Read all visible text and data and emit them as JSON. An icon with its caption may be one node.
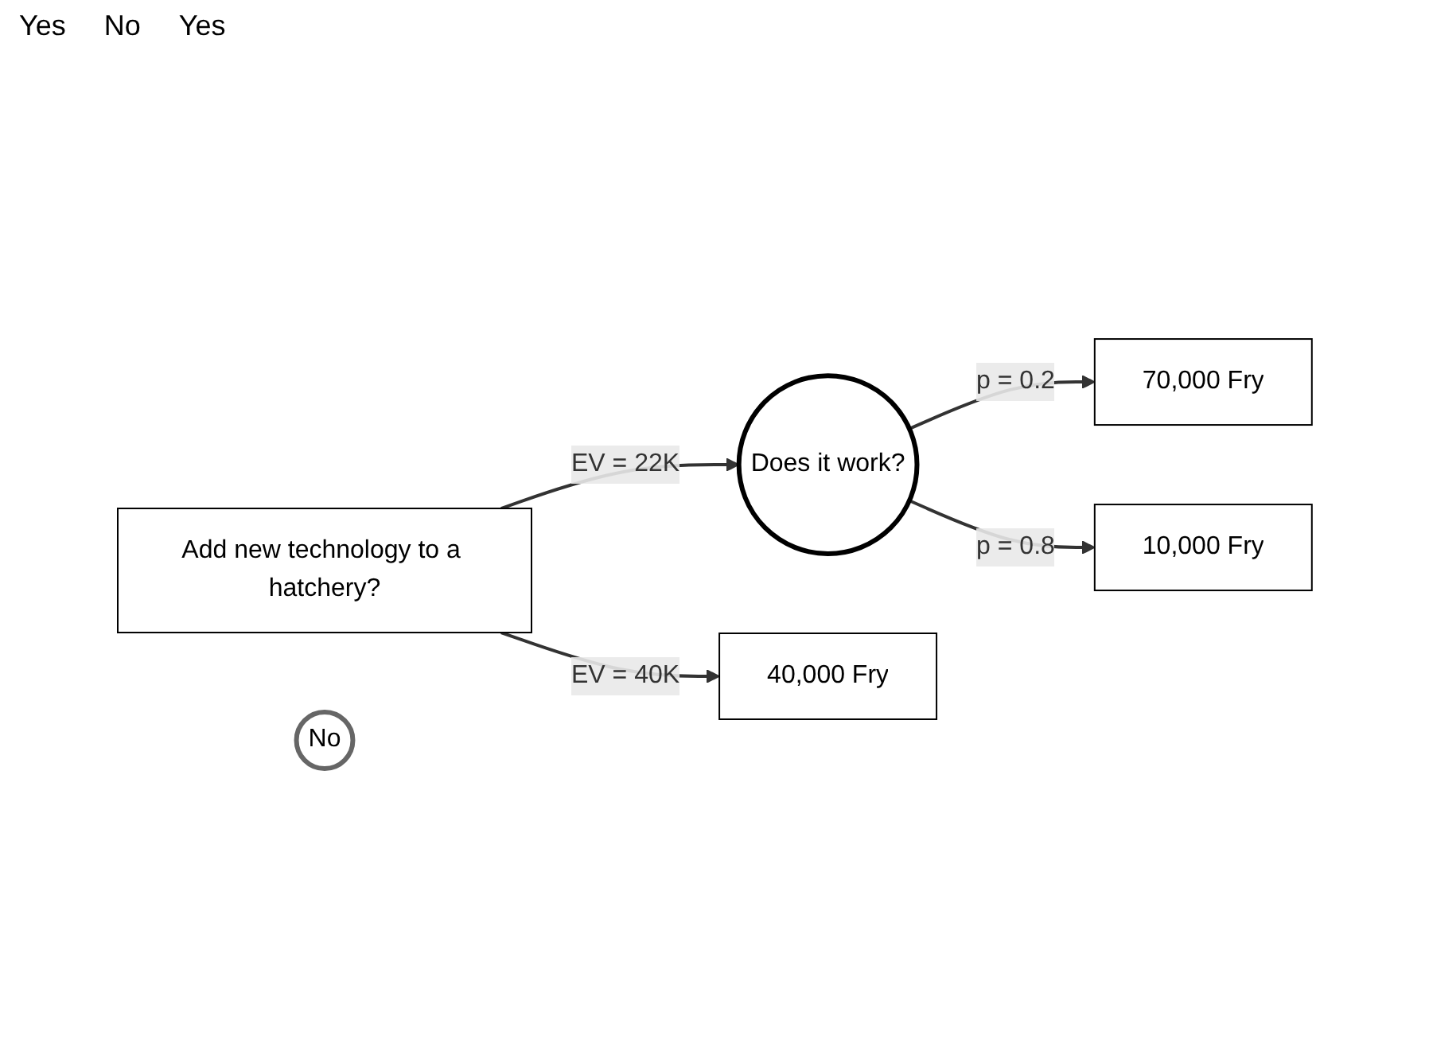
{
  "diagram": {
    "nodes": [
      {
        "text": [
          "Add new technology to a hatchery?"
        ]
      },
      {
        "text": [
          "Does it work?"
        ]
      },
      {
        "text": [
          "70,000 Fry"
        ]
      },
      {
        "text": [
          "10,000 Fry"
        ]
      },
      {
        "text": [
          "40,000 Fry"
        ]
      },
      {
        "text": [
          "No"
        ]
      }
    ],
    "edges": [
      {
        "from": 0,
        "to": 1,
        "arrow": "to",
        "label": "EV = 22K"
      },
      {
        "from": 1,
        "to": 2,
        "arrow": "to",
        "label": "p = 0.2"
      },
      {
        "from": 1,
        "to": 3,
        "arrow": "to",
        "label": "p = 0.8"
      },
      {
        "from": 0,
        "to": 4,
        "arrow": "to",
        "label": "EV = 40K"
      }
    ],
    "labels": [
      "Yes",
      "No",
      "Yes"
    ]
  }
}
